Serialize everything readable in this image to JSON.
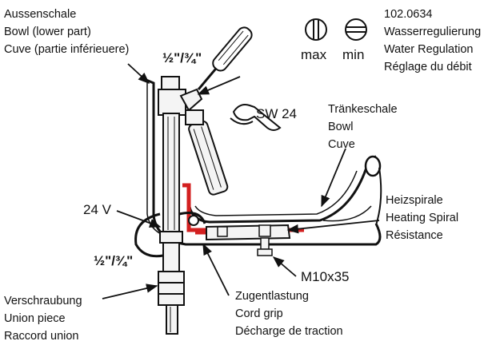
{
  "labels": {
    "outer_shell": [
      "Aussenschale",
      "Bowl (lower part)",
      "Cuve (partie inférieuere)"
    ],
    "thread_top": "½\"/¾\"",
    "thread_bottom": "½\"/¾\"",
    "max": "max",
    "min": "min",
    "water_regulation": [
      "102.0634",
      "Wasserregulierung",
      "Water Regulation",
      "Réglage du débit"
    ],
    "wrench": "SW 24",
    "bowl": [
      "Tränkeschale",
      "Bowl",
      "Cuve"
    ],
    "voltage": "24 V",
    "heating_spiral": [
      "Heizspirale",
      "Heating Spiral",
      "Résistance"
    ],
    "bolt": "M10x35",
    "cord_grip": [
      "Zugentlastung",
      "Cord grip",
      "Décharge de traction"
    ],
    "union": [
      "Verschraubung",
      "Union piece",
      "Raccord union"
    ]
  },
  "colors": {
    "line": "#111111",
    "heater": "#d32020",
    "metal_fill": "#f4f4f4"
  },
  "icons": [
    "screwdriver-icon",
    "wrench-icon",
    "max-flow-icon",
    "min-flow-icon"
  ]
}
